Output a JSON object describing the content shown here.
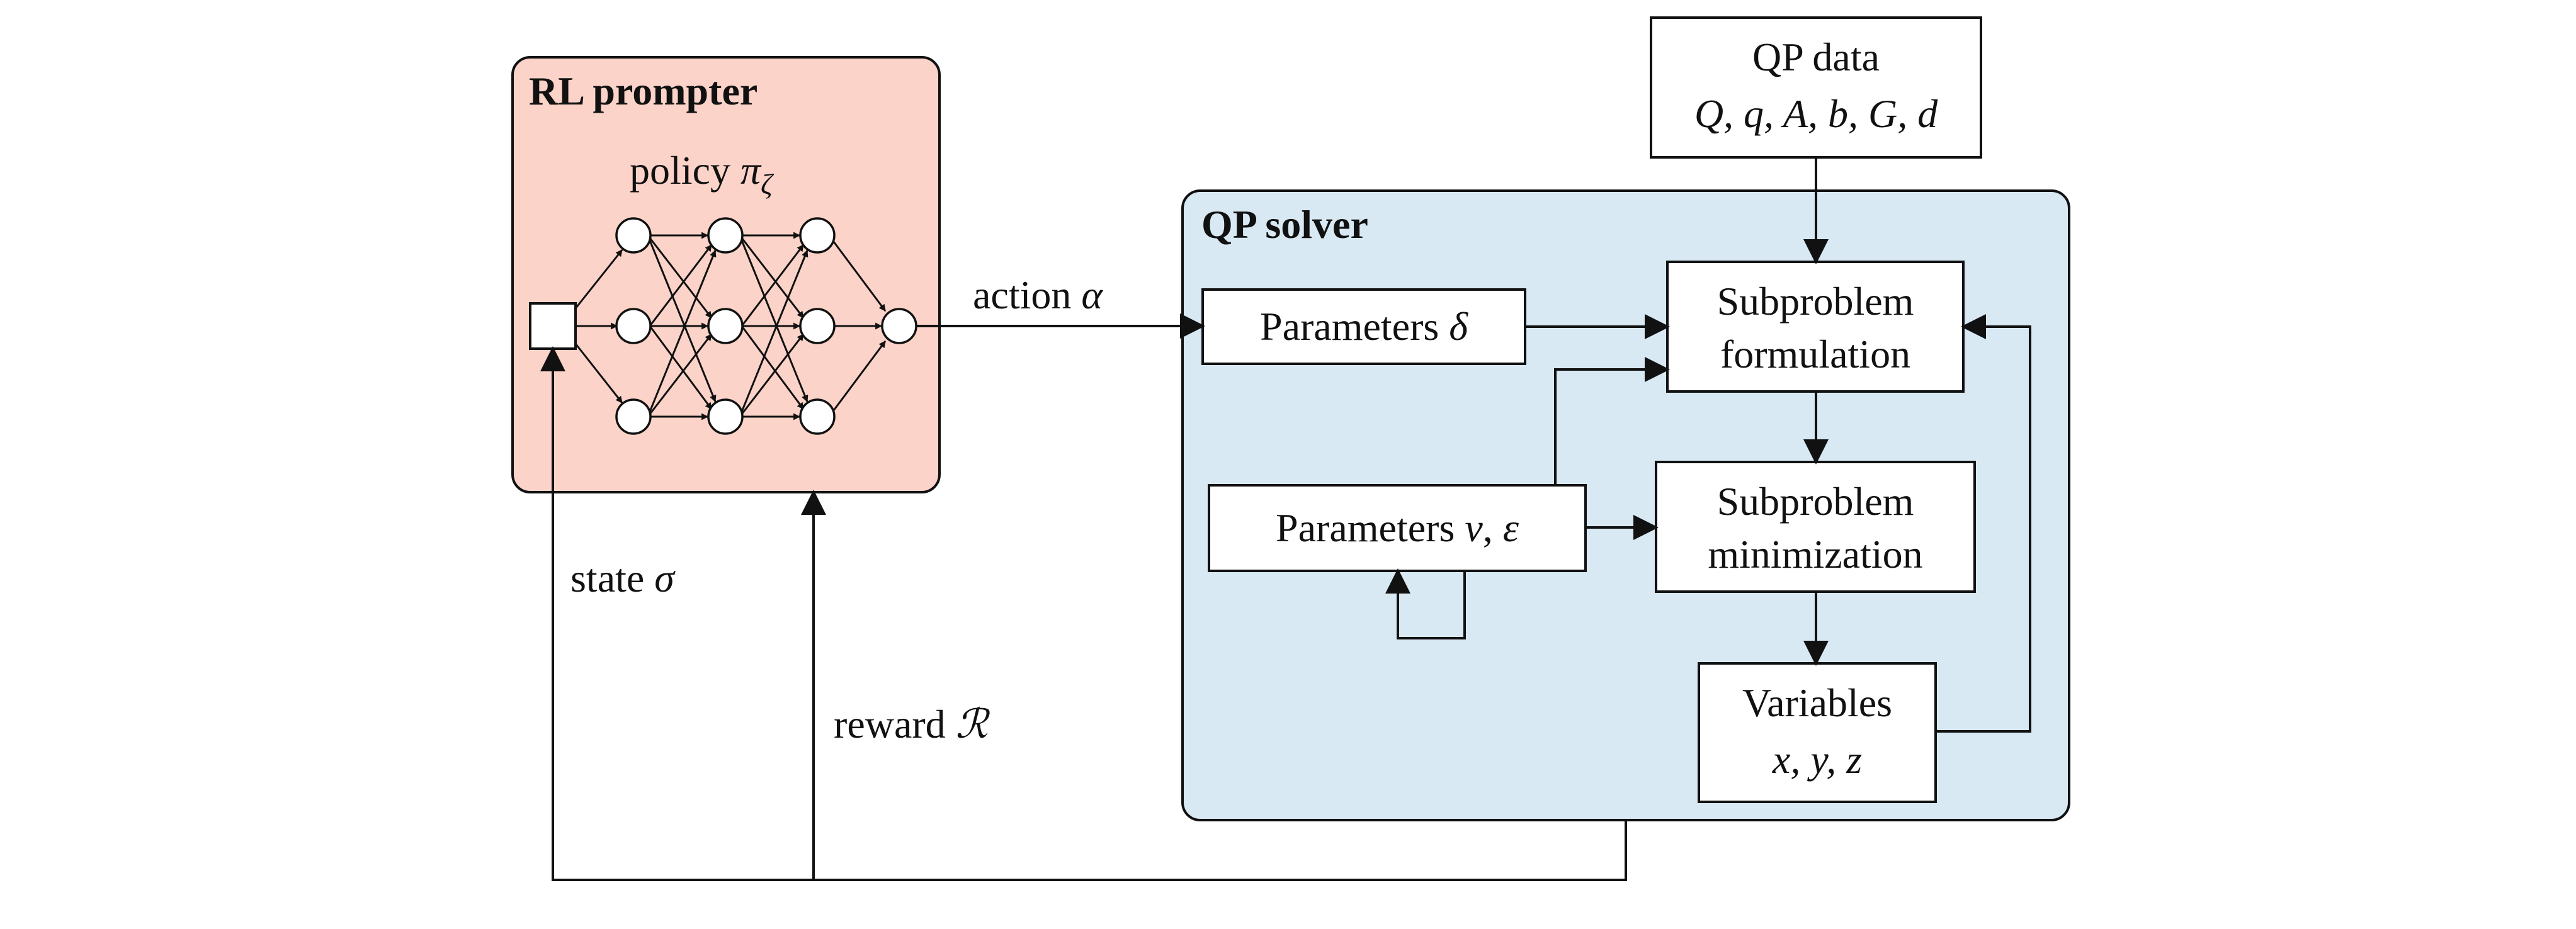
{
  "rl_prompter": {
    "title": "RL prompter",
    "policy_text": "policy ",
    "policy_symbol": "π",
    "policy_subscript": "ζ",
    "fill_color": "#fcd3c8"
  },
  "qp_solver": {
    "title": "QP solver",
    "fill_color": "#d8e9f4"
  },
  "qp_data": {
    "line1": "QP data",
    "line2": "Q, q, A, b, G, d"
  },
  "parameters_delta": {
    "text": "Parameters ",
    "symbol": "δ"
  },
  "parameters_nu_eps": {
    "text": "Parameters ",
    "symbol1": "ν",
    "sep": ", ",
    "symbol2": "ε"
  },
  "subproblem_formulation": {
    "line1": "Subproblem",
    "line2": "formulation"
  },
  "subproblem_minimization": {
    "line1": "Subproblem",
    "line2": "minimization"
  },
  "variables": {
    "line1": "Variables",
    "line2": "x, y, z"
  },
  "action_label": {
    "text": "action ",
    "symbol": "α"
  },
  "state_label": {
    "text": "state ",
    "symbol": "σ"
  },
  "reward_label": {
    "text": "reward ",
    "symbol": "ℛ"
  }
}
